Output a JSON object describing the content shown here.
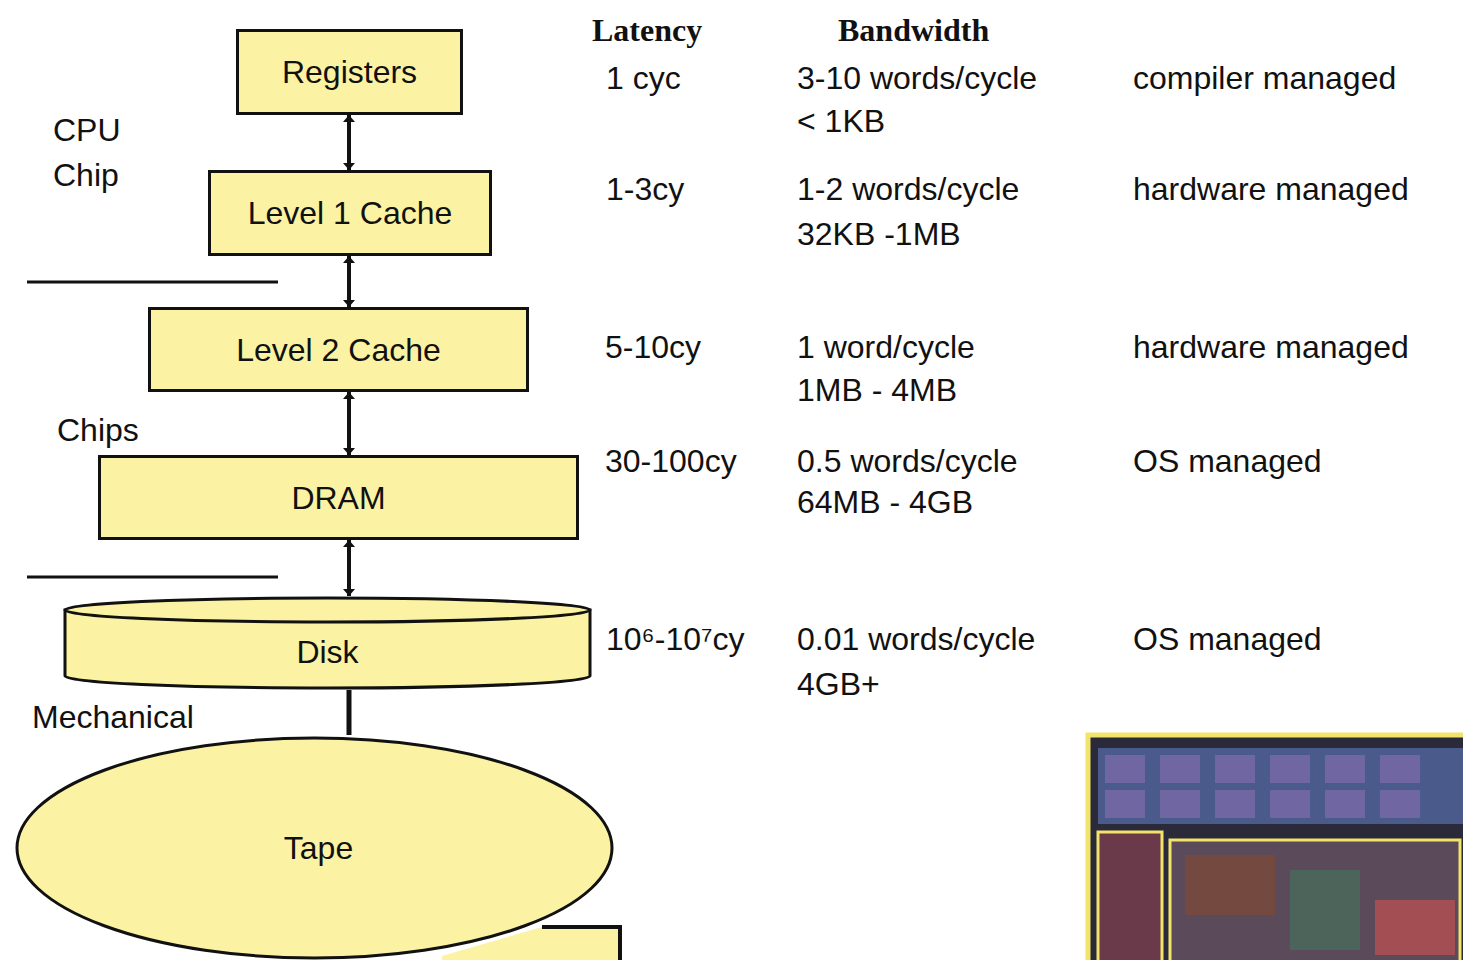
{
  "diagram": {
    "nodes": [
      {
        "text": [
          "Registers"
        ]
      },
      {
        "text": [
          "Level 1 Cache"
        ]
      },
      {
        "text": [
          "Level 2 Cache"
        ]
      },
      {
        "text": [
          "DRAM"
        ]
      },
      {
        "text": [
          "Disk"
        ]
      },
      {
        "text": [
          "Tape"
        ]
      }
    ],
    "edges": [
      {
        "from": 0,
        "to": 1,
        "arrow": "both"
      },
      {
        "from": 1,
        "to": 2,
        "arrow": "both"
      },
      {
        "from": 2,
        "to": 3,
        "arrow": "both"
      },
      {
        "from": 3,
        "to": 4,
        "arrow": "both"
      },
      {
        "from": 4,
        "to": 5,
        "arrow": "none"
      }
    ],
    "labels": [
      "CPU Chip",
      "Chips",
      "Mechanical",
      "Latency",
      "Bandwidth",
      "1 cyc",
      "3-10 words/cycle",
      "< 1KB",
      "compiler managed",
      "1-3cy",
      "1-2 words/cycle",
      "32KB -1MB",
      "hardware managed",
      "5-10cy",
      "1 word/cycle",
      "1MB - 4MB",
      "hardware managed",
      "30-100cy",
      "0.5 words/cycle",
      "64MB - 4GB",
      "OS managed",
      "10⁶-10⁷cy",
      "0.01 words/cycle",
      "4GB+",
      "OS managed"
    ]
  }
}
